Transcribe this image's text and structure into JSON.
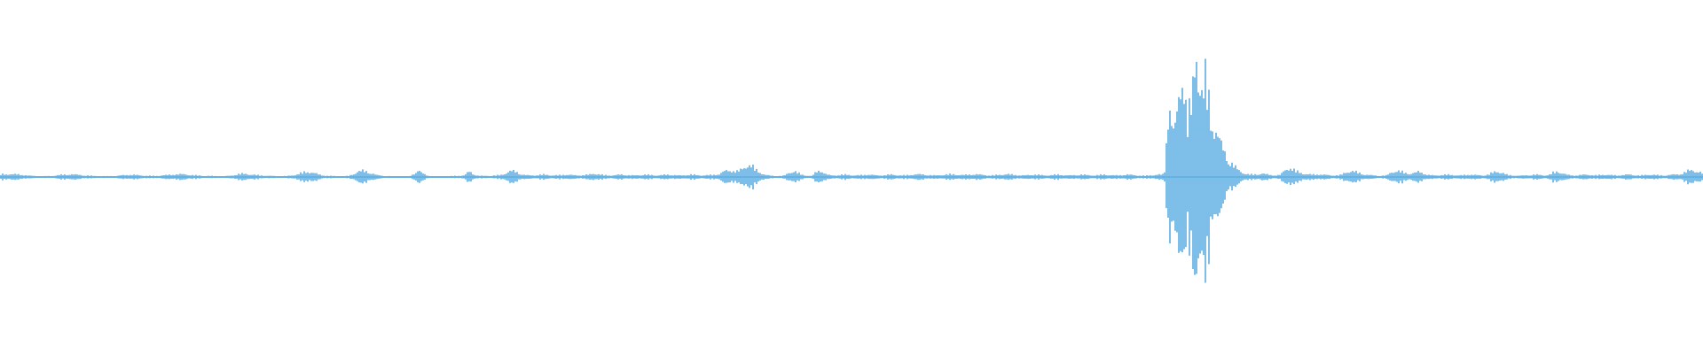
{
  "waveform": {
    "color": "#5dade2",
    "background": "#ffffff",
    "envelope": [
      0.02,
      0.02,
      0.021,
      0.02,
      0.018,
      0.015,
      0.01,
      0.008,
      0.007,
      0.006,
      0.006,
      0.008,
      0.012,
      0.016,
      0.018,
      0.02,
      0.018,
      0.015,
      0.012,
      0.01,
      0.008,
      0.007,
      0.006,
      0.006,
      0.007,
      0.008,
      0.012,
      0.015,
      0.017,
      0.015,
      0.012,
      0.01,
      0.009,
      0.008,
      0.009,
      0.012,
      0.015,
      0.018,
      0.02,
      0.02,
      0.018,
      0.015,
      0.012,
      0.01,
      0.009,
      0.008,
      0.007,
      0.006,
      0.006,
      0.008,
      0.012,
      0.02,
      0.024,
      0.022,
      0.018,
      0.015,
      0.012,
      0.01,
      0.008,
      0.007,
      0.006,
      0.006,
      0.008,
      0.012,
      0.02,
      0.032,
      0.038,
      0.035,
      0.025,
      0.015,
      0.01,
      0.008,
      0.007,
      0.006,
      0.006,
      0.008,
      0.02,
      0.04,
      0.045,
      0.04,
      0.028,
      0.015,
      0.01,
      0.008,
      0.006,
      0.005,
      0.004,
      0.004,
      0.005,
      0.02,
      0.05,
      0.025,
      0.01,
      0.006,
      0.005,
      0.004,
      0.005,
      0.006,
      0.008,
      0.01,
      0.012,
      0.04,
      0.02,
      0.01,
      0.008,
      0.008,
      0.01,
      0.012,
      0.015,
      0.03,
      0.045,
      0.04,
      0.025,
      0.015,
      0.012,
      0.012,
      0.015,
      0.018,
      0.015,
      0.012,
      0.012,
      0.015,
      0.018,
      0.015,
      0.012,
      0.012,
      0.015,
      0.018,
      0.025,
      0.02,
      0.015,
      0.012,
      0.012,
      0.015,
      0.018,
      0.015,
      0.012,
      0.012,
      0.015,
      0.018,
      0.015,
      0.012,
      0.012,
      0.015,
      0.018,
      0.015,
      0.012,
      0.012,
      0.015,
      0.018,
      0.015,
      0.012,
      0.012,
      0.015,
      0.018,
      0.02,
      0.04,
      0.05,
      0.045,
      0.04,
      0.06,
      0.09,
      0.08,
      0.05,
      0.03,
      0.015,
      0.01,
      0.008,
      0.008,
      0.01,
      0.03,
      0.045,
      0.03,
      0.015,
      0.01,
      0.008,
      0.04,
      0.05,
      0.02,
      0.012,
      0.012,
      0.015,
      0.018,
      0.015,
      0.012,
      0.012,
      0.015,
      0.018,
      0.015,
      0.012,
      0.012,
      0.015,
      0.018,
      0.015,
      0.012,
      0.012,
      0.015,
      0.018,
      0.02,
      0.018,
      0.015,
      0.012,
      0.012,
      0.015,
      0.018,
      0.02,
      0.018,
      0.015,
      0.015,
      0.018,
      0.02,
      0.018,
      0.015,
      0.012,
      0.012,
      0.015,
      0.018,
      0.02,
      0.018,
      0.015,
      0.012,
      0.012,
      0.015,
      0.018,
      0.015,
      0.012,
      0.012,
      0.015,
      0.018,
      0.015,
      0.012,
      0.012,
      0.015,
      0.018,
      0.015,
      0.012,
      0.012,
      0.015,
      0.018,
      0.015,
      0.012,
      0.012,
      0.015,
      0.018,
      0.015,
      0.012,
      0.01,
      0.01,
      0.012,
      0.015,
      0.018,
      0.02,
      0.6,
      0.3,
      0.5,
      0.85,
      0.4,
      0.55,
      1.0,
      0.6,
      0.7,
      0.45,
      0.35,
      0.25,
      0.18,
      0.12,
      0.08,
      0.05,
      0.03,
      0.02,
      0.018,
      0.02,
      0.025,
      0.02,
      0.015,
      0.012,
      0.015,
      0.05,
      0.07,
      0.05,
      0.035,
      0.025,
      0.02,
      0.018,
      0.02,
      0.018,
      0.015,
      0.012,
      0.012,
      0.015,
      0.03,
      0.045,
      0.04,
      0.03,
      0.02,
      0.015,
      0.012,
      0.01,
      0.01,
      0.012,
      0.035,
      0.045,
      0.04,
      0.03,
      0.025,
      0.03,
      0.04,
      0.025,
      0.015,
      0.012,
      0.012,
      0.015,
      0.018,
      0.015,
      0.012,
      0.012,
      0.015,
      0.018,
      0.015,
      0.012,
      0.012,
      0.02,
      0.035,
      0.04,
      0.03,
      0.015,
      0.012,
      0.01,
      0.01,
      0.012,
      0.015,
      0.018,
      0.015,
      0.012,
      0.015,
      0.035,
      0.04,
      0.025,
      0.015,
      0.012,
      0.012,
      0.015,
      0.018,
      0.015,
      0.012,
      0.015,
      0.018,
      0.015,
      0.012,
      0.012,
      0.015,
      0.018,
      0.015,
      0.012,
      0.012,
      0.015,
      0.018,
      0.015,
      0.012,
      0.012,
      0.015,
      0.018,
      0.02,
      0.03,
      0.045,
      0.05,
      0.04,
      0.03
    ]
  }
}
